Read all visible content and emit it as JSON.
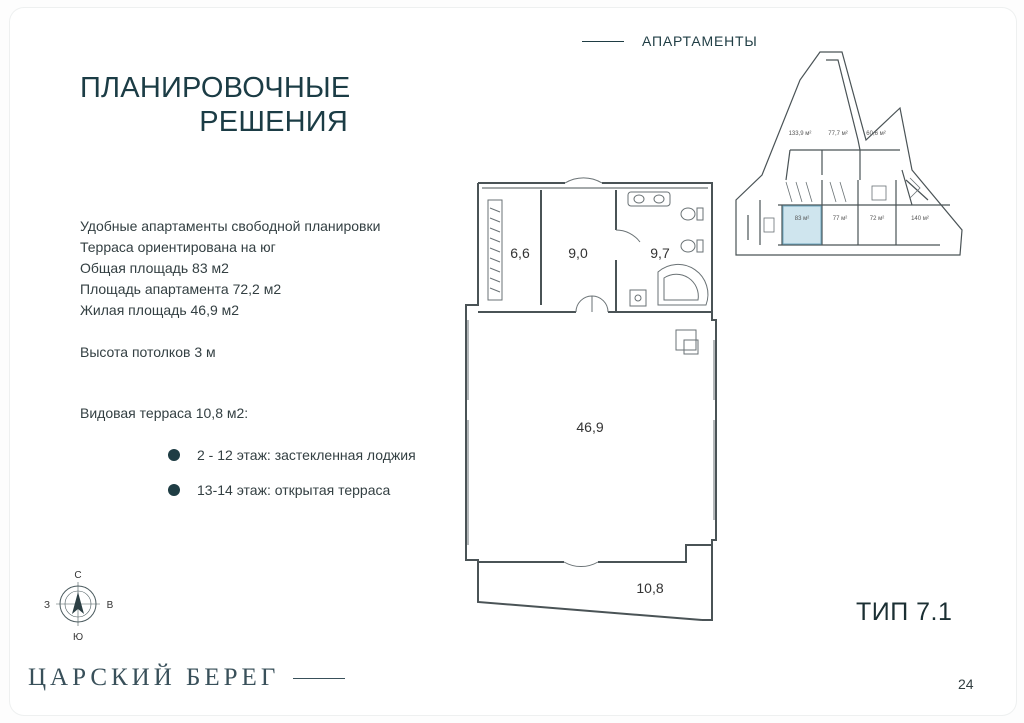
{
  "section": "АПАРТАМЕНТЫ",
  "title": {
    "line1": "ПЛАНИРОВОЧНЫЕ",
    "line2": "РЕШЕНИЯ"
  },
  "description": [
    "Удобные апартаменты свободной  планировки",
    "Терраса  ориентирована на юг",
    "Общая площадь 83 м2",
    "Площадь апартамента 72,2 м2",
    "Жилая площадь 46,9 м2"
  ],
  "ceiling": "Высота потолков 3 м",
  "terrace": {
    "title": "Видовая терраса 10,8 м2:",
    "options": [
      "2 - 12 этаж: застекленная лоджия",
      "13-14 этаж: открытая терраса"
    ]
  },
  "plan": {
    "rooms": [
      "6,6",
      "9,0",
      "9,7",
      "46,9",
      "10,8"
    ]
  },
  "keyplan": {
    "units": [
      "133,9 м²",
      "77,7 м²",
      "60,6 м²",
      "83 м²",
      "77 м²",
      "72 м²",
      "140 м²"
    ]
  },
  "compass": {
    "n": "С",
    "s": "Ю",
    "w": "З",
    "e": "В"
  },
  "type": "ТИП 7.1",
  "brand": "ЦАРСКИЙ БЕРЕГ",
  "page": "24",
  "colors": {
    "accent": "#1f3d44",
    "text": "#333f42",
    "highlight": "#cfe5ee"
  }
}
